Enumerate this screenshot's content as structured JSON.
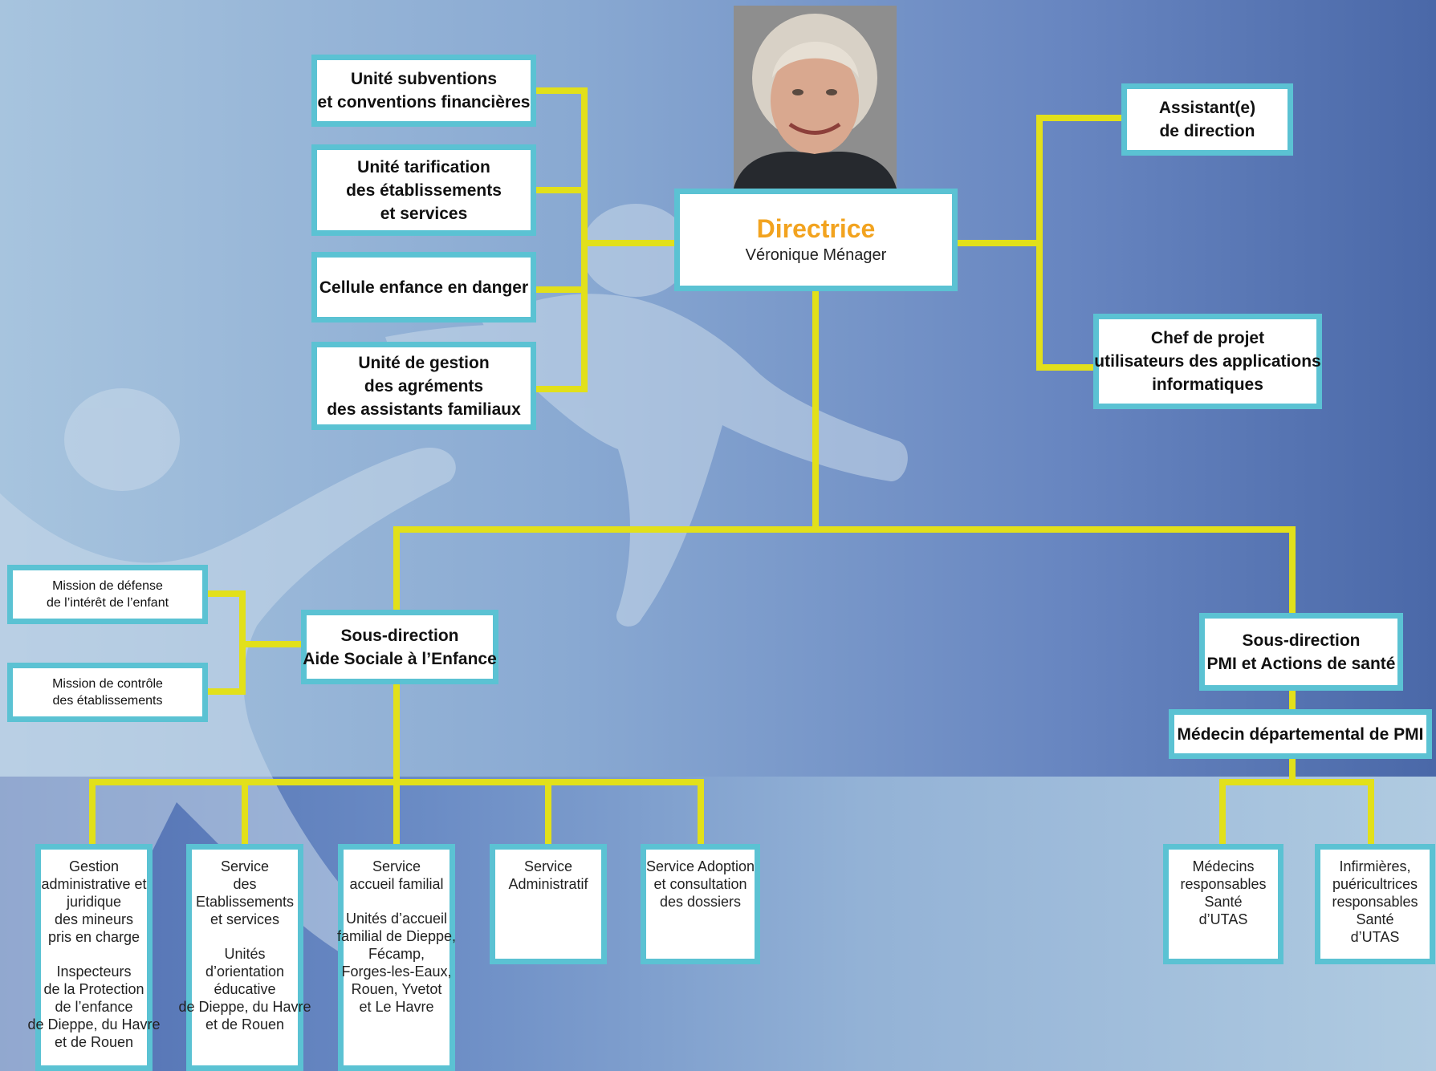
{
  "photo": {
    "subject": "Véronique Ménager"
  },
  "director": {
    "title": "Directrice",
    "name": "Véronique Ménager"
  },
  "left_units": [
    {
      "lines": [
        "Unité subventions",
        "et conventions financières"
      ]
    },
    {
      "lines": [
        "Unité tarification",
        "des établissements",
        "et services"
      ]
    },
    {
      "lines": [
        "Cellule enfance en danger"
      ]
    },
    {
      "lines": [
        "Unité de gestion",
        "des agréments",
        "des assistants familiaux"
      ]
    }
  ],
  "right_units": [
    {
      "lines": [
        "Assistant(e)",
        "de direction"
      ]
    },
    {
      "lines": [
        "Chef de projet",
        "utilisateurs des applications",
        "informatiques"
      ]
    }
  ],
  "sub_ase": {
    "lines": [
      "Sous-direction",
      "Aide Sociale à l’Enfance"
    ]
  },
  "missions": [
    {
      "lines": [
        "Mission de défense",
        "de l’intérêt de l’enfant"
      ]
    },
    {
      "lines": [
        "Mission de contrôle",
        "des établissements"
      ]
    }
  ],
  "sub_pmi": {
    "lines": [
      "Sous-direction",
      "PMI et Actions de santé"
    ]
  },
  "medecin": {
    "label": "Médecin départemental de PMI"
  },
  "ase_services": [
    {
      "lines": [
        "Gestion",
        "administrative et",
        "juridique",
        "des mineurs",
        "pris en charge",
        "",
        "Inspecteurs",
        "de la Protection",
        "de l’enfance",
        "de Dieppe, du Havre",
        "et de Rouen"
      ]
    },
    {
      "lines": [
        "Service",
        "des",
        "Etablissements",
        "et services",
        "",
        "Unités",
        "d’orientation",
        "éducative",
        "de Dieppe, du Havre",
        "et de Rouen"
      ]
    },
    {
      "lines": [
        "Service",
        "accueil familial",
        "",
        "Unités d’accueil",
        "familial de Dieppe,",
        "Fécamp,",
        "Forges-les-Eaux,",
        "Rouen, Yvetot",
        "et Le Havre"
      ]
    },
    {
      "lines": [
        "Service",
        "Administratif"
      ]
    },
    {
      "lines": [
        "Service Adoption",
        "et consultation",
        "des dossiers"
      ]
    }
  ],
  "pmi_services": [
    {
      "lines": [
        "Médecins",
        "responsables",
        "Santé",
        "d’UTAS"
      ]
    },
    {
      "lines": [
        "Infirmières,",
        "puéricultrices",
        "responsables",
        "Santé",
        "d’UTAS"
      ]
    }
  ],
  "colors": {
    "connector": "#e2e01a",
    "box_border": "#5bc2d3",
    "title": "#f2a31f"
  }
}
